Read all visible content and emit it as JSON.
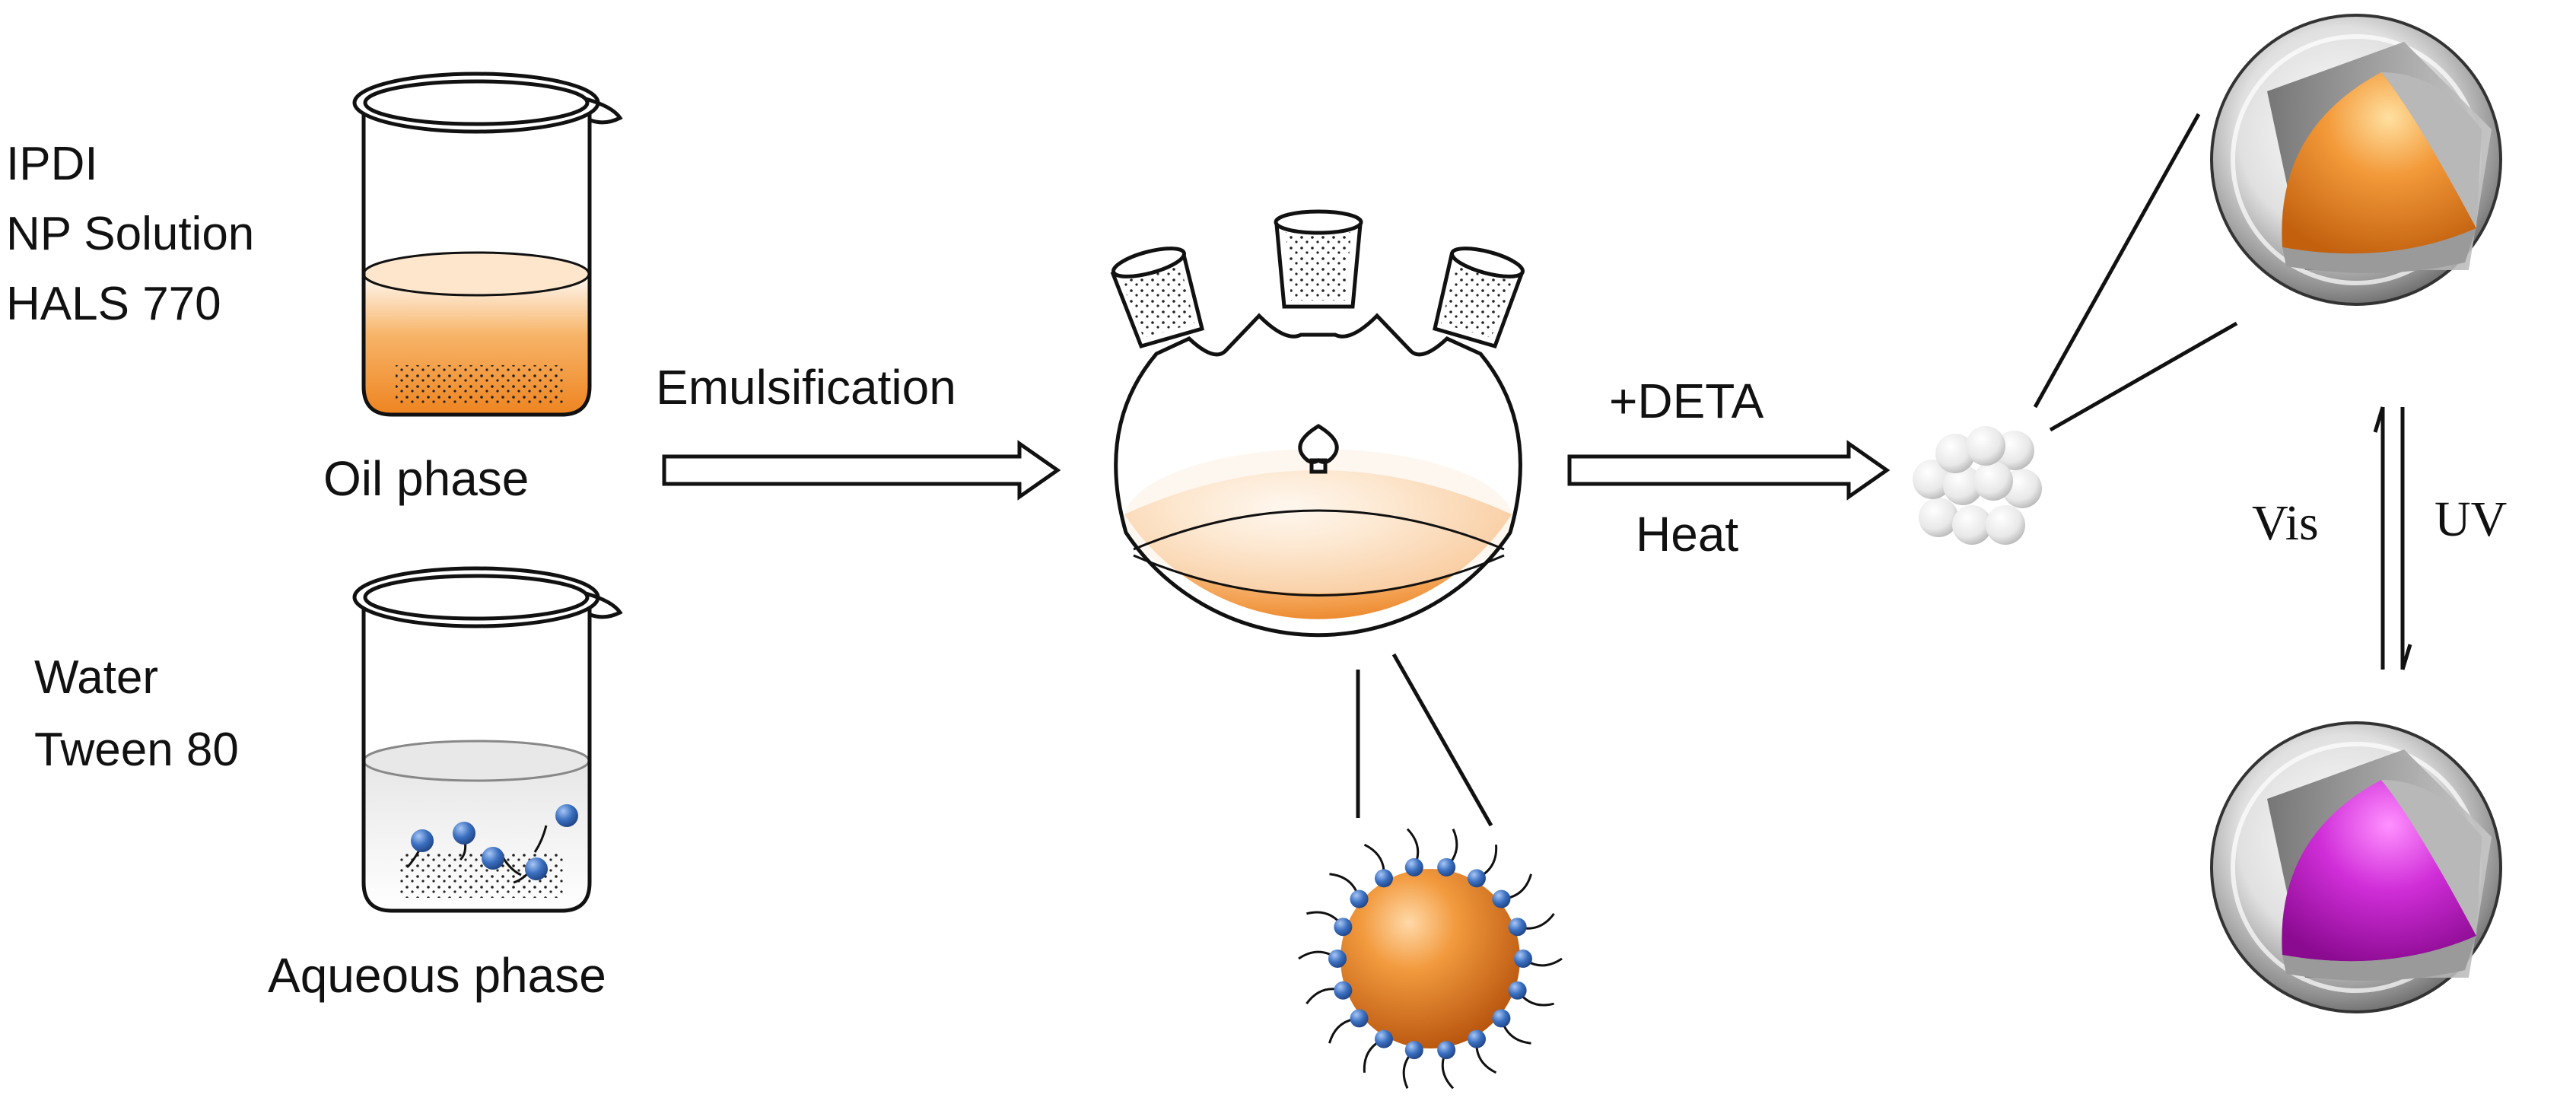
{
  "oil": {
    "ingredients": [
      "IPDI",
      "NP Solution",
      "HALS 770"
    ],
    "label": "Oil phase"
  },
  "aqueous": {
    "ingredients": [
      "Water",
      "Tween 80"
    ],
    "label": "Aqueous phase"
  },
  "steps": {
    "emulsification": "Emulsification",
    "add_reagent": "+DETA",
    "heat": "Heat"
  },
  "switching": {
    "vis": "Vis",
    "uv": "UV"
  },
  "colors": {
    "oil_orange": "#f08a2a",
    "core_magenta": "#c020c8",
    "surfactant_blue": "#3a6fc0",
    "shell_gray": "#9a9a9a"
  }
}
